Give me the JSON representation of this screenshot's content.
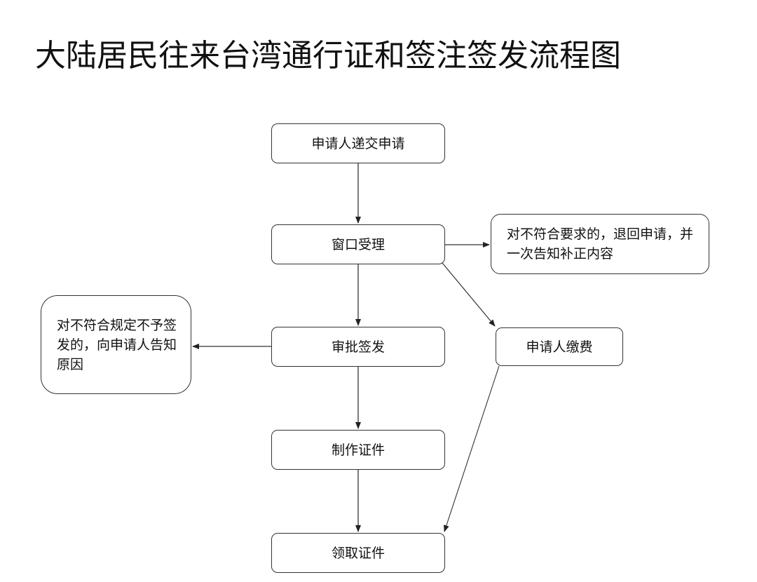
{
  "title": "大陆居民往来台湾通行证和签注签发流程图",
  "nodes": {
    "submit": "申请人递交申请",
    "accept": "窗口受理",
    "approve": "审批签发",
    "make": "制作证件",
    "collect": "领取证件",
    "pay": "申请人缴费",
    "return_note": "对不符合要求的，退回申请，并一次告知补正内容",
    "refuse_note": "对不符合规定不予签发的，向申请人告知原因"
  },
  "colors": {
    "line": "#333333",
    "text": "#111111",
    "background": "#ffffff"
  }
}
